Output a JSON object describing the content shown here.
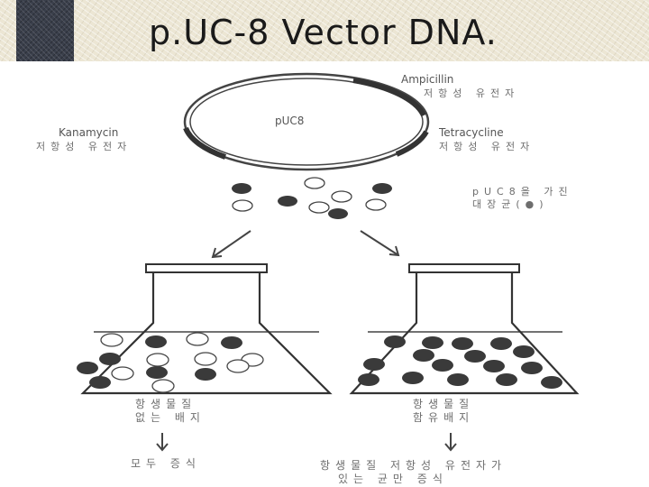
{
  "title": "p.UC-8 Vector DNA.",
  "plasmid": {
    "label": "pUC8",
    "ampicillin_label": "Ampicillin",
    "ampicillin_sub": "저항성 유전자",
    "tetracycline_label": "Tetracycline",
    "tetracycline_sub": "저항성 유전자",
    "kanamycin_label": "Kanamycin",
    "kanamycin_sub": "저항성 유전자"
  },
  "bacteria_legend": {
    "line1": "pUC8을 가진",
    "line2": "대장균(●)"
  },
  "flasks": [
    {
      "label_line1": "항생물질",
      "label_line2": "없는 배지",
      "result": "모두 증식"
    },
    {
      "label_line1": "항생물질",
      "label_line2": "함유배지",
      "result_line1": "항생물질 저항성 유전자가",
      "result_line2": "있는 균만 증식"
    }
  ],
  "colors": {
    "header_bg": "#ece6d4",
    "header_block": "#3a3f4b",
    "filled_cell": "#3a3a3a",
    "ink": "#333333"
  }
}
